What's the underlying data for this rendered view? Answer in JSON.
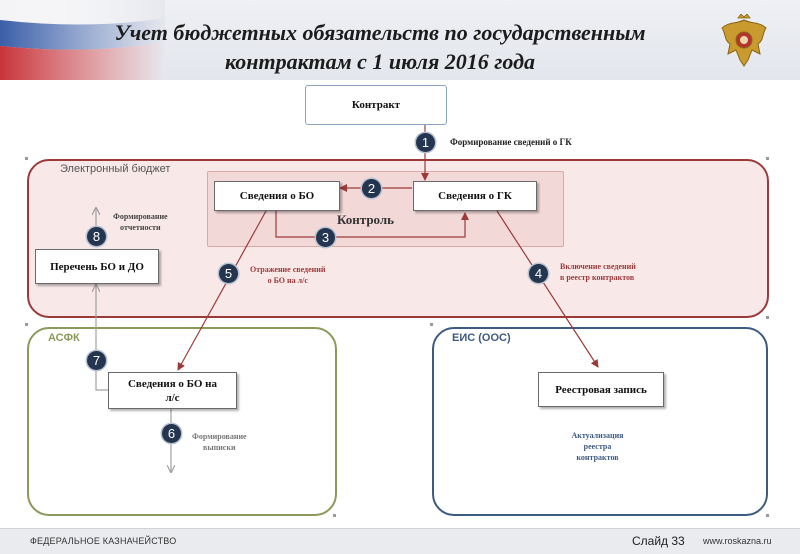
{
  "header": {
    "title_line1": "Учет бюджетных обязательств по государственным",
    "title_line2": "контрактам с 1 июля 2016 года"
  },
  "regions": {
    "electronic_budget": "Электронный бюджет",
    "asfk": "АСФК",
    "eis": "ЕИС (ООС)"
  },
  "boxes": {
    "contract": "Контракт",
    "bo_info": "Сведения о БО",
    "gk_info": "Сведения о ГК",
    "bo_do_list": "Перечень БО и ДО",
    "bo_ls_line1": "Сведения о БО на",
    "bo_ls_line2": "л/с",
    "registry_entry": "Реестровая запись"
  },
  "control_label": "Контроль",
  "steps": [
    "1",
    "2",
    "3",
    "4",
    "5",
    "6",
    "7",
    "8"
  ],
  "notes": {
    "step1": "Формирование сведений о ГК",
    "step8_line1": "Формирование",
    "step8_line2": "отчетности",
    "step5_line1": "Отражение сведений",
    "step5_line2": "о БО на л/с",
    "step4_line1": "Включение сведений",
    "step4_line2": "в реестр контрактов",
    "step6_line1": "Формирование",
    "step6_line2": "выписки",
    "eis_line1": "Актуализация",
    "eis_line2": "реестра",
    "eis_line3": "контрактов"
  },
  "footer": {
    "org": "ФЕДЕРАЛЬНОЕ КАЗНАЧЕЙСТВО",
    "slide": "Слайд 33",
    "url": "www.roskazna.ru"
  },
  "colors": {
    "eb_border": "#9c3a3a",
    "eb_fill": "#f8e8e8",
    "asfk_border": "#8a9a5a",
    "eis_border": "#3d5a80",
    "step_fill": "#24364f",
    "arrow_red": "#9c3a3a",
    "arrow_grey": "#a0a0a0"
  },
  "icons": [
    "russian-flag-icon",
    "treasury-emblem-icon"
  ]
}
